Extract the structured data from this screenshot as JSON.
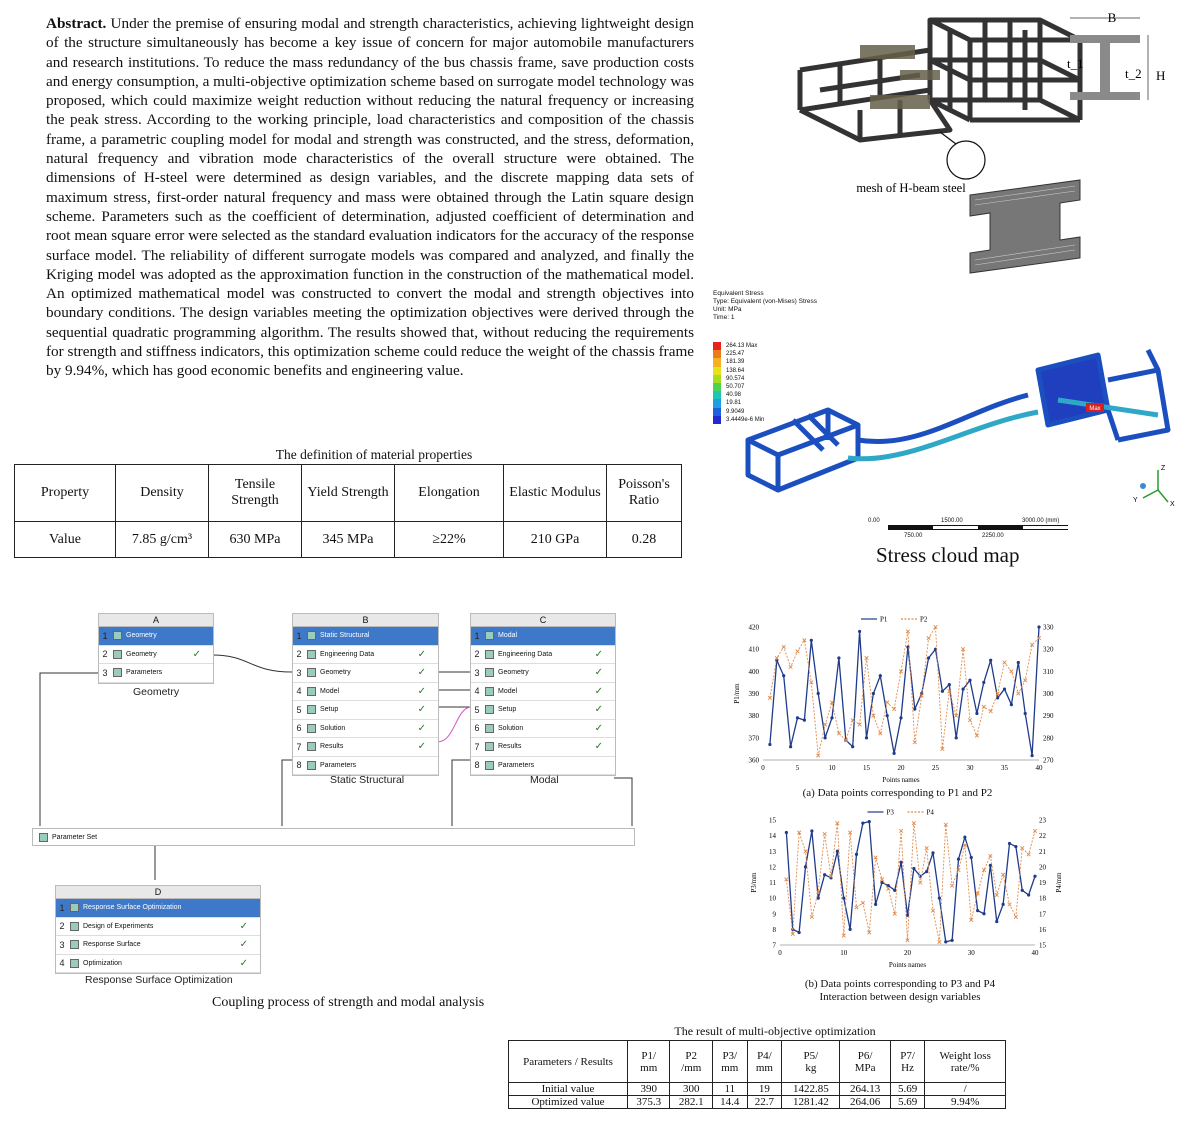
{
  "abstract": {
    "label": "Abstract.",
    "text": "Under the premise of ensuring modal and strength characteristics, achieving lightweight design of the structure simultaneously has become a key issue of concern for major automobile manufacturers and research institutions. To reduce the mass redundancy of the bus chassis frame, save production costs and energy consumption, a multi-objective optimization scheme based on surrogate model technology was proposed, which could maximize weight reduction without reducing the natural frequency or increasing the peak stress. According to the working principle, load characteristics and composition of the chassis frame, a parametric coupling model for modal and strength was constructed, and the stress, deformation, natural frequency and vibration mode characteristics of the overall structure were obtained. The dimensions of H-steel were determined as design variables, and the discrete mapping data sets of maximum stress, first-order natural frequency and mass were obtained through the Latin square design scheme. Parameters such as the coefficient of determination, adjusted coefficient of determination and root mean square error were selected as the standard evaluation indicators for the accuracy of the response surface model. The reliability of different surrogate models was compared and analyzed, and finally the Kriging model was adopted as the approximation function in the construction of the mathematical model. An optimized mathematical model was constructed to convert the modal and strength objectives into boundary conditions. The design variables meeting the optimization objectives were derived through the sequential quadratic programming algorithm. The results showed that, without reducing the requirements for strength and stiffness indicators, this optimization scheme could reduce the weight of the chassis frame by 9.94%, which has good economic benefits and engineering value."
  },
  "frame_figure": {
    "mesh_caption": "mesh of H-beam steel",
    "dims": {
      "B": "B",
      "t1": "t_1",
      "t2": "t_2",
      "H": "H"
    }
  },
  "material_table": {
    "title": "The definition of material properties",
    "headers": [
      "Property",
      "Density",
      "Tensile Strength",
      "Yield Strength",
      "Elongation",
      "Elastic Modulus",
      "Poisson's Ratio"
    ],
    "row": [
      "Value",
      "7.85 g/cm³",
      "630 MPa",
      "345 MPa",
      "≥22%",
      "210 GPa",
      "0.28"
    ]
  },
  "stress_map": {
    "header": [
      "Equivalent Stress",
      "Type: Equivalent (von-Mises) Stress",
      "Unit: MPa",
      "Time: 1"
    ],
    "legend": [
      "264.13 Max",
      "225.47",
      "181.39",
      "138.64",
      "90.574",
      "50.707",
      "40.98",
      "19.81",
      "9.9049",
      "3.4449e-6 Min"
    ],
    "legend_colors": [
      "#e8231c",
      "#f0781e",
      "#f4b31c",
      "#e6e31a",
      "#a7dd1e",
      "#4fd24c",
      "#1fc6b6",
      "#1e9fe0",
      "#1f60e0",
      "#1f2ad0"
    ],
    "max_tag": "Max",
    "scale": [
      "0.00",
      "1500.00",
      "3000.00 (mm)",
      "750.00",
      "2250.00"
    ],
    "axes": [
      "Z",
      "Y",
      "X"
    ],
    "caption": "Stress cloud map"
  },
  "workbench": {
    "systems": [
      {
        "letter": "A",
        "rows": [
          [
            "1",
            "Geometry"
          ],
          [
            "2",
            "Geometry"
          ],
          [
            "3",
            "Parameters"
          ]
        ],
        "label": "Geometry"
      },
      {
        "letter": "B",
        "rows": [
          [
            "1",
            "Static Structural"
          ],
          [
            "2",
            "Engineering Data"
          ],
          [
            "3",
            "Geometry"
          ],
          [
            "4",
            "Model"
          ],
          [
            "5",
            "Setup"
          ],
          [
            "6",
            "Solution"
          ],
          [
            "7",
            "Results"
          ],
          [
            "8",
            "Parameters"
          ]
        ],
        "label": "Static Structural"
      },
      {
        "letter": "C",
        "rows": [
          [
            "1",
            "Modal"
          ],
          [
            "2",
            "Engineering Data"
          ],
          [
            "3",
            "Geometry"
          ],
          [
            "4",
            "Model"
          ],
          [
            "5",
            "Setup"
          ],
          [
            "6",
            "Solution"
          ],
          [
            "7",
            "Results"
          ],
          [
            "8",
            "Parameters"
          ]
        ],
        "label": "Modal"
      },
      {
        "letter": "D",
        "rows": [
          [
            "1",
            "Response Surface Optimization"
          ],
          [
            "2",
            "Design of Experiments"
          ],
          [
            "3",
            "Response Surface"
          ],
          [
            "4",
            "Optimization"
          ]
        ],
        "label": "Response Surface Optimization"
      }
    ],
    "parameter_set": "Parameter Set",
    "caption": "Coupling process of strength and modal analysis"
  },
  "chart_data": [
    {
      "type": "line",
      "caption": "(a) Data points corresponding to P1 and P2",
      "xlabel": "Points names",
      "ylabel": "P1/mm",
      "y2label": "P2/mm",
      "xlim": [
        0,
        40
      ],
      "ylim": [
        360,
        420
      ],
      "y2lim": [
        270,
        330
      ],
      "xticks": [
        0,
        5,
        10,
        15,
        20,
        25,
        30,
        35,
        40
      ],
      "yticks": [
        360,
        370,
        380,
        390,
        400,
        410,
        420
      ],
      "y2ticks": [
        270,
        280,
        290,
        300,
        310,
        320,
        330
      ],
      "legend": "top-center",
      "series": [
        {
          "name": "P1",
          "axis": "left",
          "color": "#1f3b8a",
          "dashed": false,
          "x": [
            1,
            2,
            3,
            4,
            5,
            6,
            7,
            8,
            9,
            10,
            11,
            12,
            13,
            14,
            15,
            16,
            17,
            18,
            19,
            20,
            21,
            22,
            23,
            24,
            25,
            26,
            27,
            28,
            29,
            30,
            31,
            32,
            33,
            34,
            35,
            36,
            37,
            38,
            39,
            40
          ],
          "values": [
            367,
            405,
            398,
            366,
            379,
            378,
            414,
            390,
            370,
            379,
            406,
            369,
            366,
            418,
            370,
            390,
            398,
            380,
            363,
            379,
            411,
            383,
            390,
            406,
            410,
            391,
            394,
            370,
            392,
            396,
            381,
            395,
            405,
            388,
            392,
            385,
            404,
            381,
            362,
            420
          ]
        },
        {
          "name": "P2",
          "axis": "right",
          "color": "#e08b4c",
          "dashed": true,
          "x": [
            1,
            2,
            3,
            4,
            5,
            6,
            7,
            8,
            9,
            10,
            11,
            12,
            13,
            14,
            15,
            16,
            17,
            18,
            19,
            20,
            21,
            22,
            23,
            24,
            25,
            26,
            27,
            28,
            29,
            30,
            31,
            32,
            33,
            34,
            35,
            36,
            37,
            38,
            39,
            40
          ],
          "values": [
            298,
            316,
            321,
            312,
            319,
            324,
            305,
            272,
            286,
            296,
            282,
            279,
            288,
            286,
            316,
            290,
            282,
            296,
            293,
            310,
            328,
            278,
            299,
            325,
            330,
            275,
            301,
            290,
            320,
            288,
            281,
            294,
            292,
            300,
            314,
            310,
            300,
            306,
            322,
            325
          ]
        }
      ]
    },
    {
      "type": "line",
      "caption": "(b) Data points corresponding to P3 and P4",
      "subcaption": "Interaction between design variables",
      "xlabel": "Points names",
      "ylabel": "P3/mm",
      "y2label": "P4/mm",
      "xlim": [
        0,
        40
      ],
      "ylim": [
        7,
        15
      ],
      "y2lim": [
        15,
        23
      ],
      "xticks": [
        0,
        10,
        20,
        30,
        40
      ],
      "yticks": [
        7,
        8,
        9,
        10,
        11,
        12,
        13,
        14,
        15
      ],
      "y2ticks": [
        15,
        16,
        17,
        18,
        19,
        20,
        21,
        22,
        23
      ],
      "legend": "top-center",
      "series": [
        {
          "name": "P3",
          "axis": "left",
          "color": "#1f3b8a",
          "dashed": false,
          "x": [
            1,
            2,
            3,
            4,
            5,
            6,
            7,
            8,
            9,
            10,
            11,
            12,
            13,
            14,
            15,
            16,
            17,
            18,
            19,
            20,
            21,
            22,
            23,
            24,
            25,
            26,
            27,
            28,
            29,
            30,
            31,
            32,
            33,
            34,
            35,
            36,
            37,
            38,
            39,
            40
          ],
          "values": [
            14.2,
            8,
            7.8,
            12,
            14.3,
            10,
            11.5,
            11.3,
            13,
            10,
            8,
            12.8,
            14.8,
            14.9,
            9.6,
            11,
            10.8,
            10.5,
            12.3,
            8.9,
            11.9,
            11.4,
            11.7,
            12.9,
            10,
            7.2,
            7.3,
            12.5,
            13.9,
            12.6,
            9.2,
            9,
            12.1,
            8.5,
            9.6,
            13.5,
            13.3,
            10.5,
            10.2,
            11.4
          ]
        },
        {
          "name": "P4",
          "axis": "right",
          "color": "#e08b4c",
          "dashed": true,
          "x": [
            1,
            2,
            3,
            4,
            5,
            6,
            7,
            8,
            9,
            10,
            11,
            12,
            13,
            14,
            15,
            16,
            17,
            18,
            19,
            20,
            21,
            22,
            23,
            24,
            25,
            26,
            27,
            28,
            29,
            30,
            31,
            32,
            33,
            34,
            35,
            36,
            37,
            38,
            39,
            40
          ],
          "values": [
            19.2,
            15.7,
            22.2,
            21,
            16.8,
            18.4,
            22.1,
            19.4,
            22.8,
            15.6,
            22.2,
            17.4,
            17.7,
            15.8,
            20.6,
            19.2,
            18.6,
            17,
            22.3,
            15.3,
            22.8,
            19,
            21.2,
            17.2,
            15.2,
            22.7,
            18.8,
            19.8,
            21.4,
            16.6,
            18.3,
            19.8,
            20.7,
            18.2,
            19.5,
            17.6,
            16.8,
            21.2,
            20.8,
            22.3
          ]
        }
      ]
    }
  ],
  "result_table": {
    "title": "The result of multi-objective optimization",
    "headers": [
      "Parameters / Results",
      "P1/\nmm",
      "P2\n/mm",
      "P3/\nmm",
      "P4/\nmm",
      "P5/\nkg",
      "P6/\nMPa",
      "P7/\nHz",
      "Weight loss\nrate/%"
    ],
    "rows": [
      [
        "Initial value",
        "390",
        "300",
        "11",
        "19",
        "1422.85",
        "264.13",
        "5.69",
        "/"
      ],
      [
        "Optimized value",
        "375.3",
        "282.1",
        "14.4",
        "22.7",
        "1281.42",
        "264.06",
        "5.69",
        "9.94%"
      ]
    ]
  }
}
